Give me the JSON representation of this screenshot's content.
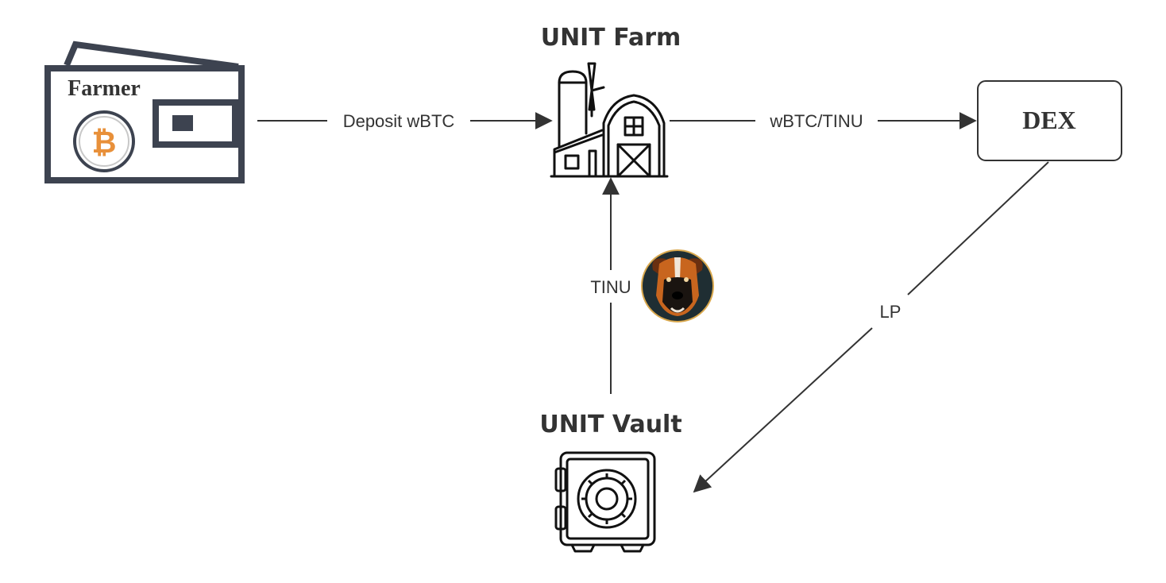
{
  "nodes": {
    "farmer": {
      "label": "Farmer",
      "icon": "wallet-icon",
      "badge_icon": "bitcoin-icon",
      "badge_glyph": "₿",
      "badge_color": "#e8903a"
    },
    "farm": {
      "title": "UNIT Farm",
      "icon": "barn-icon"
    },
    "dex": {
      "label": "DEX"
    },
    "vault": {
      "title": "UNIT Vault",
      "icon": "safe-icon"
    },
    "token": {
      "icon": "dog-token-icon"
    }
  },
  "edges": {
    "farmer_to_farm": "Deposit wBTC",
    "farm_to_dex": "wBTC/TINU",
    "dex_to_vault": "LP",
    "vault_to_farm": "TINU"
  },
  "colors": {
    "line": "#333333",
    "wallet": "#3d4350",
    "bitcoin": "#e8903a",
    "token_fur": "#c8651e"
  }
}
